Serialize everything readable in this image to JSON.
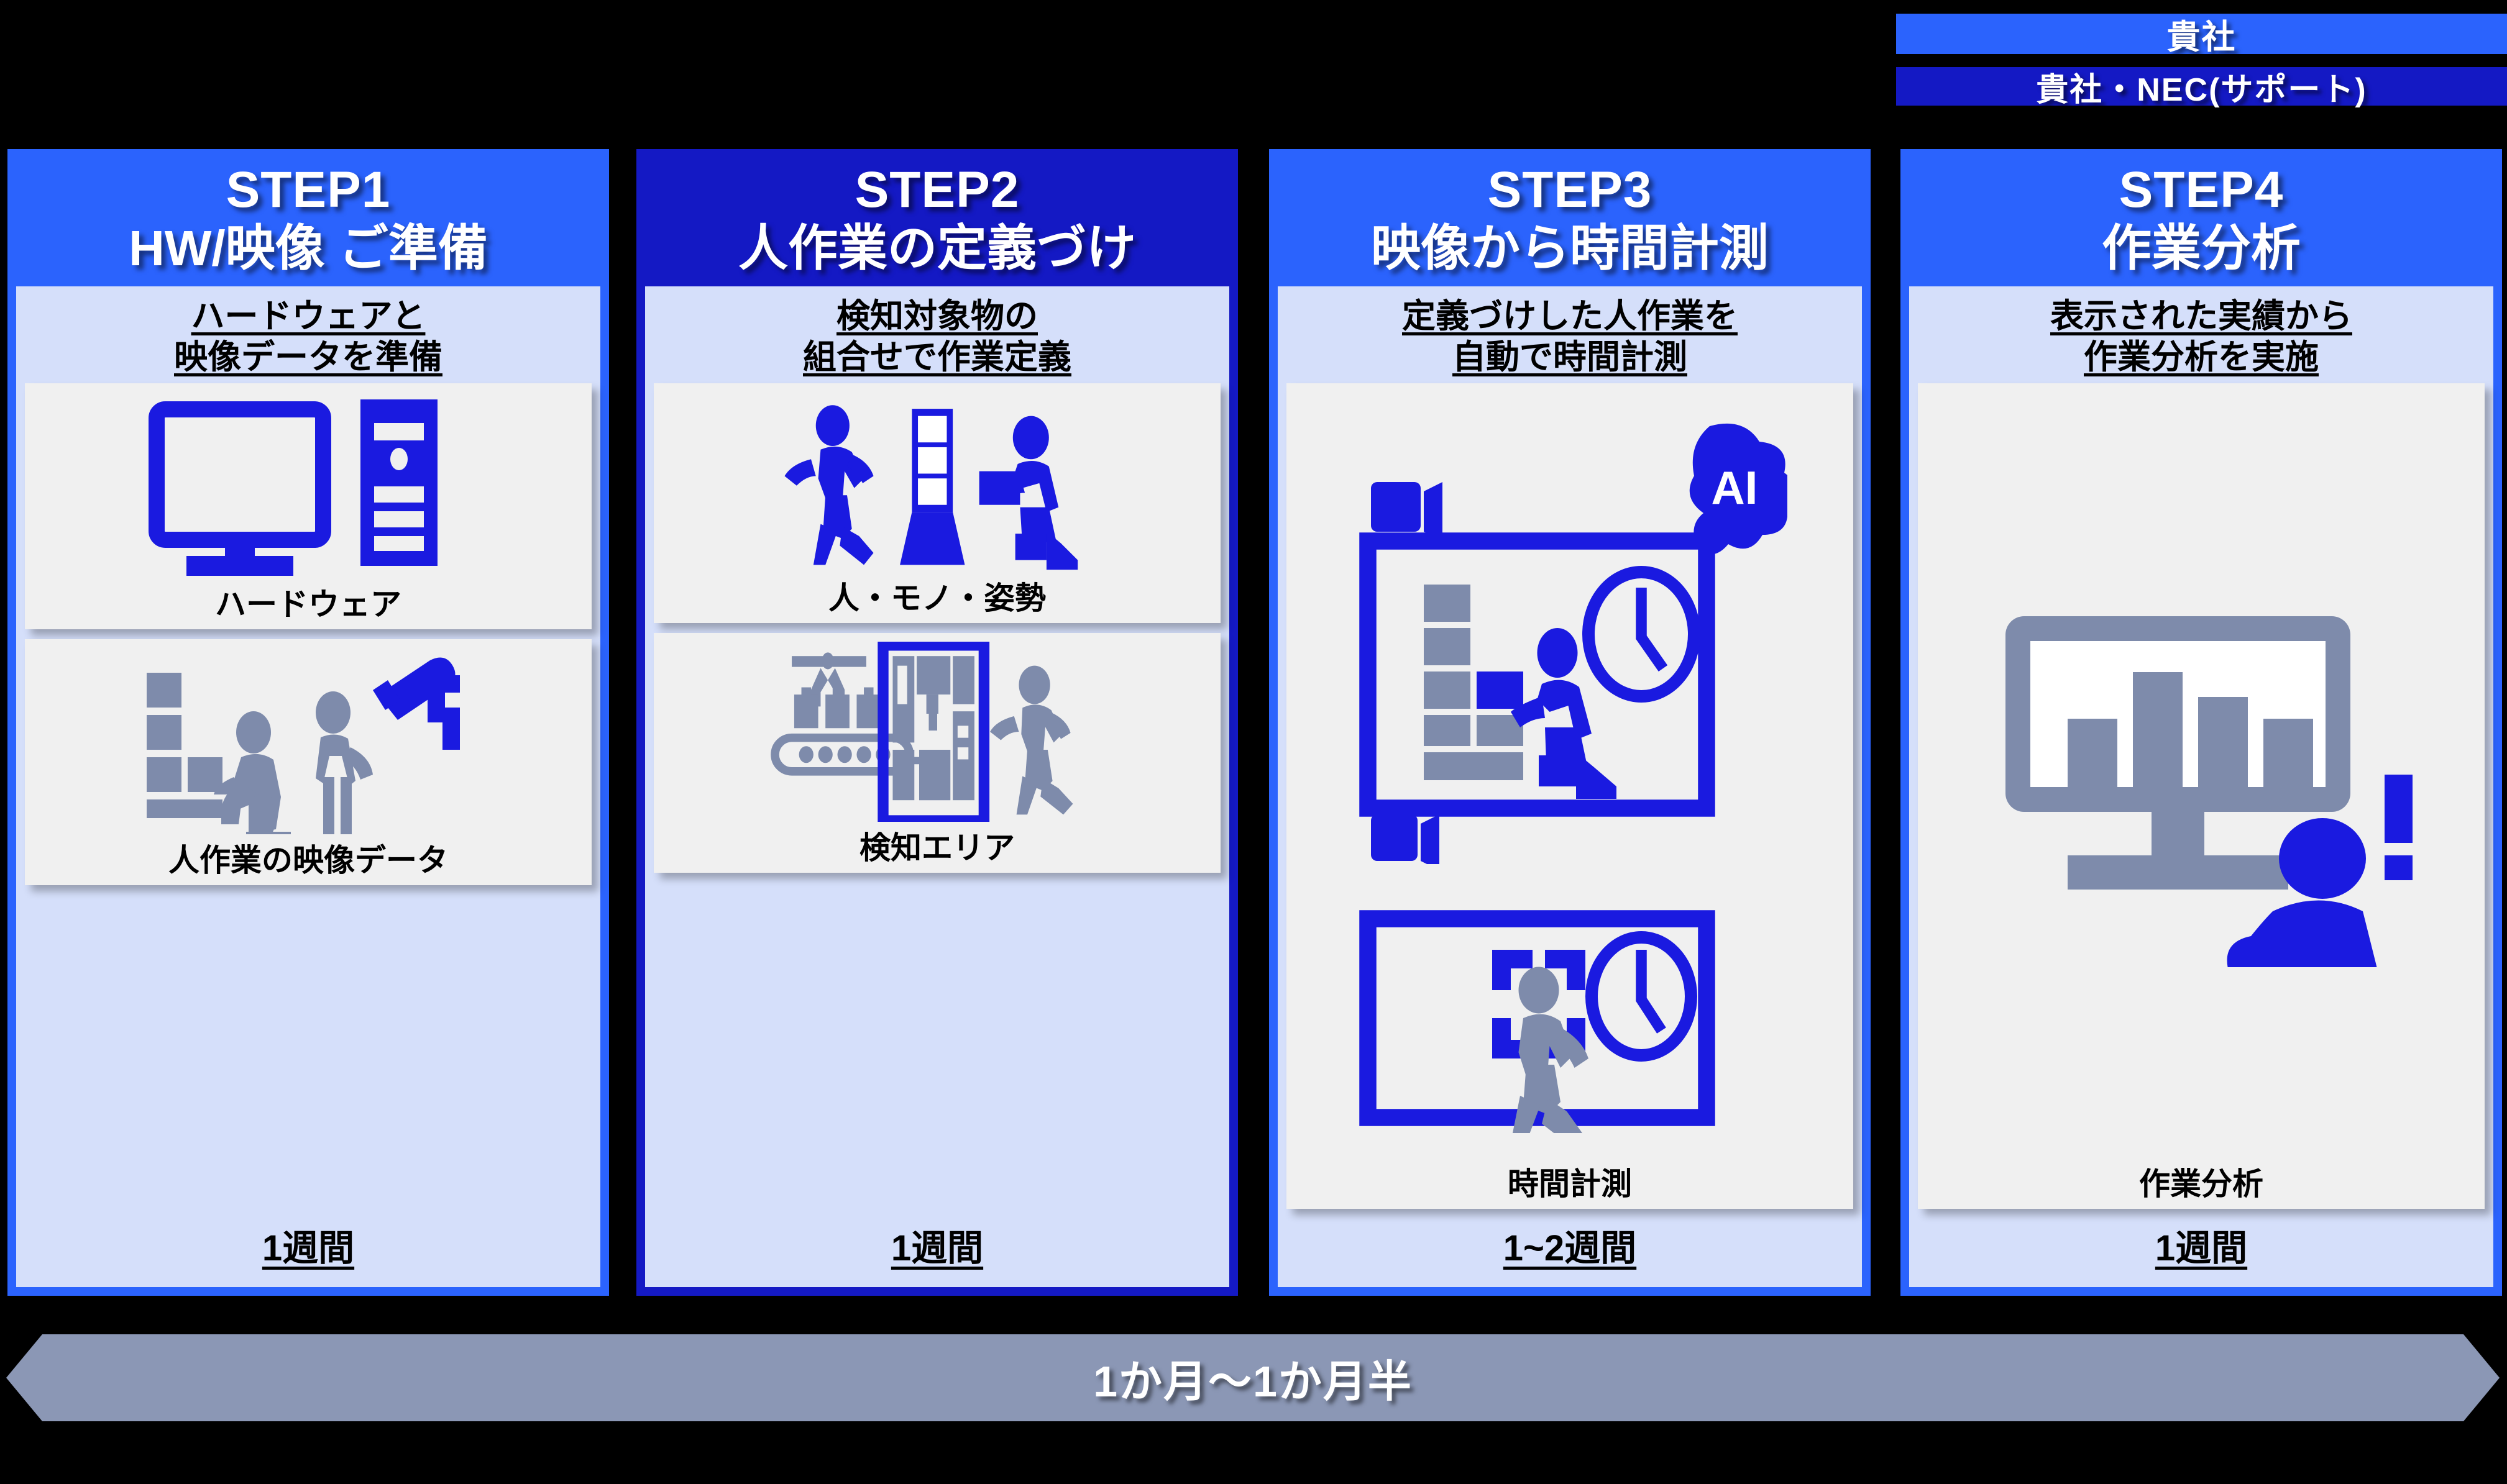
{
  "owner_bars": [
    {
      "label": "貴社",
      "color": "#2b63fd"
    },
    {
      "label": "貴社・NEC(サポート)",
      "color": "#1419c4"
    }
  ],
  "steps": [
    {
      "number": "STEP1",
      "title": "HW/映像 ご準備",
      "header_color": "#2b63fd",
      "desc_line1": "ハードウェアと",
      "desc_line2": "映像データを準備",
      "duration": "1週間",
      "tiles": [
        {
          "label": "ハードウェア",
          "icon": "desktop-computer-icon"
        },
        {
          "label": "人作業の映像データ",
          "icon": "worker-camera-icon"
        }
      ]
    },
    {
      "number": "STEP2",
      "title": "人作業の定義づけ",
      "header_color": "#1419c4",
      "desc_line1": "検知対象物の",
      "desc_line2": "組合せで作業定義",
      "duration": "1週間",
      "tiles": [
        {
          "label": "人・モノ・姿勢",
          "icon": "person-object-pose-icon"
        },
        {
          "label": "検知エリア",
          "icon": "detection-area-icon"
        }
      ]
    },
    {
      "number": "STEP3",
      "title": "映像から時間計測",
      "header_color": "#2b63fd",
      "desc_line1": "定義づけした人作業を",
      "desc_line2": "自動で時間計測",
      "duration": "1~2週間",
      "tiles": [
        {
          "label": "時間計測",
          "icon": "ai-video-timing-icon"
        }
      ]
    },
    {
      "number": "STEP4",
      "title": "作業分析",
      "header_color": "#2b63fd",
      "desc_line1": "表示された実績から",
      "desc_line2": "作業分析を実施",
      "duration": "1週間",
      "tiles": [
        {
          "label": "作業分析",
          "icon": "bar-chart-monitor-icon"
        }
      ]
    }
  ],
  "timeline": {
    "label": "1か月～1か月半",
    "color": "#8b97b5"
  },
  "palette": {
    "primary_blue": "#2b63fd",
    "deep_blue": "#1419c4",
    "icon_blue": "#1a1ae0",
    "card_body": "#d5dffa",
    "tile_bg": "#f0f0f0",
    "gray_blue": "#8b97b5",
    "background": "#000000"
  }
}
